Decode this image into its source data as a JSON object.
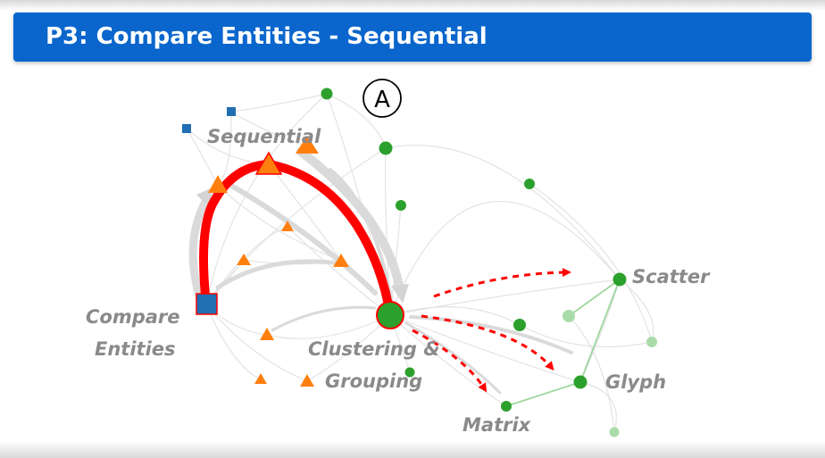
{
  "header": {
    "title": "P3: Compare Entities - Sequential"
  },
  "panel_label": "A",
  "nodes": {
    "sequential": "Sequential",
    "compare_entities_line1": "Compare",
    "compare_entities_line2": "Entities",
    "clustering_line1": "Clustering &",
    "clustering_line2": "Grouping",
    "scatter": "Scatter",
    "glyph": "Glyph",
    "matrix": "Matrix"
  },
  "colors": {
    "header": "#0a66cc",
    "blue_node": "#1f6fb2",
    "orange_node": "#ff7f0e",
    "green_node": "#2ca02c",
    "light_green_node": "#a9dca9",
    "highlight_path": "#ff0000",
    "grey_edge": "#dcdcdc",
    "label": "#8a8a8a"
  }
}
